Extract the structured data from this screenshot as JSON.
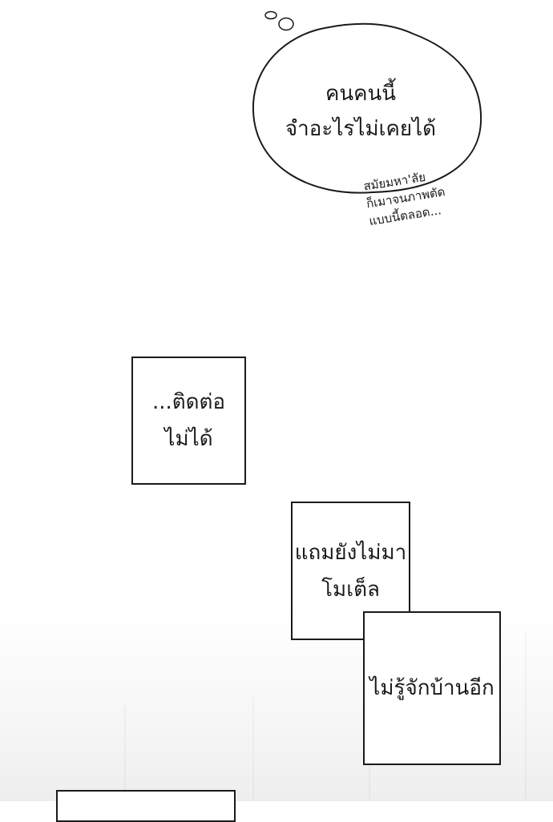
{
  "thought_bubble": {
    "lines": [
      "คนคนนี้",
      "จำอะไรไม่เคยได้"
    ]
  },
  "aside_note": {
    "lines": [
      "สมัยมหา'ลัย",
      "ก็เมาจนภาพตัด",
      "แบบนี้ตลอด..."
    ]
  },
  "caption_boxes": [
    {
      "lines": [
        "...ติดต่อ",
        "ไม่ได้"
      ]
    },
    {
      "lines": [
        "แถมยังไม่มา",
        "โมเต็ล"
      ]
    },
    {
      "lines": [
        "ไม่รู้จักบ้านอีก"
      ]
    },
    {
      "lines": []
    }
  ]
}
